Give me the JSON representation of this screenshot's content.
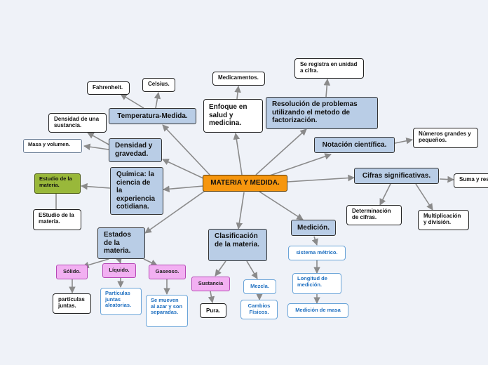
{
  "center": "MATERIA Y MEDIDA.",
  "topics": {
    "quimica": "Química: la ciencia de la experiencia cotidiana.",
    "densidad": "Densidad y gravedad.",
    "temperatura": "Temperatura-Medida.",
    "enfoque": "Enfoque en salud y medicina.",
    "resolucion": "Resolución de problemas utilizando el metodo de factorización.",
    "notacion": "Notación científica.",
    "cifras": "Cifras significativas.",
    "medicion": "Medición.",
    "clasificacion": "Clasificación de la materia.",
    "estados": "Estados de la materia."
  },
  "leaves": {
    "fahrenheit": "Fahrenheit.",
    "celsius": "Celsius.",
    "densidad_sustancia": "Densidad de una sustancia.",
    "masa_volumen": "Masa y volumen.",
    "estudio1": "Estudio de la materia.",
    "estudio2": "EStudio de la materia.",
    "medicamentos": "Medicamentos.",
    "se_registra": "Se registra en unidad a cifra.",
    "numeros": "Números grandes y pequeños.",
    "suma": "Suma y resta.",
    "determinacion": "Determinación de cifras.",
    "multiplicacion": "Multiplicación y división.",
    "sistema_metrico": "sistema métrico.",
    "longitud": "Longitud de medición.",
    "masa": "Medición de masa",
    "sustancia": "Sustancia",
    "pura": "Pura.",
    "mezcla": "Mezcla.",
    "cambios": "Cambios Físicos.",
    "solido": "Sólido.",
    "liquido": "Líquido.",
    "gaseoso": "Gaseoso.",
    "particulas_juntas": "partículas juntas.",
    "particulas_aleatorias": "Partículas juntas aleatorias.",
    "se_mueven": "Se mueven al azar y son separadas."
  },
  "colors": {
    "center": "#f6960e",
    "topic": "#b9cde6",
    "pink": "#f2b0f2",
    "green": "#99b83a",
    "blue_text": "#1e6fc0",
    "connector": "#8a8a8a"
  }
}
